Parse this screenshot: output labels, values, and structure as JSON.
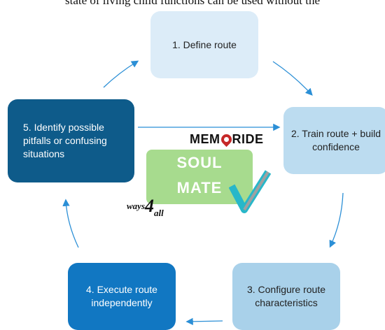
{
  "caption_fragment": "state of living child functions can be used without the",
  "steps": [
    {
      "label": "1. Define route"
    },
    {
      "label": "2. Train route + build confidence"
    },
    {
      "label": "3. Configure route characteristics"
    },
    {
      "label": "4. Execute route independently"
    },
    {
      "label": "5. Identify possible pitfalls or confusing situations"
    }
  ],
  "logos": {
    "memoride_pre": "MEM",
    "memoride_post": "RIDE",
    "soul": "SOUL",
    "mate": "MATE",
    "ways_text": "ways",
    "ways_four": "4",
    "ways_all": "all"
  },
  "colors": {
    "arrow": "#2b8fd6",
    "step1": "#dcecf8",
    "step2": "#bcdcf0",
    "step3": "#a9d1ea",
    "step4": "#1177c2",
    "step5": "#0e5b8a",
    "soulmate_bg": "#a7db8e"
  }
}
